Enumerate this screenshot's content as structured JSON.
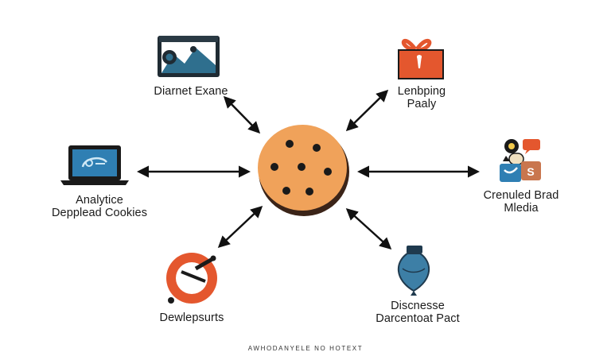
{
  "nodes": {
    "top_left": {
      "lines": [
        "Diarnet Exane"
      ],
      "icon": "image-landscape-icon"
    },
    "top_right": {
      "lines": [
        "Lenbping",
        "Paaly"
      ],
      "icon": "gift-box-icon"
    },
    "left": {
      "lines": [
        "Analytice",
        "Depplead Cookies"
      ],
      "icon": "laptop-analytics-icon"
    },
    "right": {
      "lines": [
        "Crenuled Brad",
        "Mledia"
      ],
      "icon": "social-media-icon"
    },
    "bottom_left": {
      "lines": [
        "Dewlepsurts"
      ],
      "icon": "tracking-dial-icon"
    },
    "bottom_right": {
      "lines": [
        "Discnesse",
        "Darcentoat Pact"
      ],
      "icon": "vase-icon"
    }
  },
  "center": {
    "icon": "cookie-icon"
  },
  "footer": "AWHODANYELE NO HOTEXT",
  "colors": {
    "cookie": "#f0a25a",
    "cookie_shadow": "#3b2418",
    "arrow": "#111111",
    "teal": "#2f6f8e",
    "orange": "#e4572e",
    "blue": "#2f7fb3"
  }
}
